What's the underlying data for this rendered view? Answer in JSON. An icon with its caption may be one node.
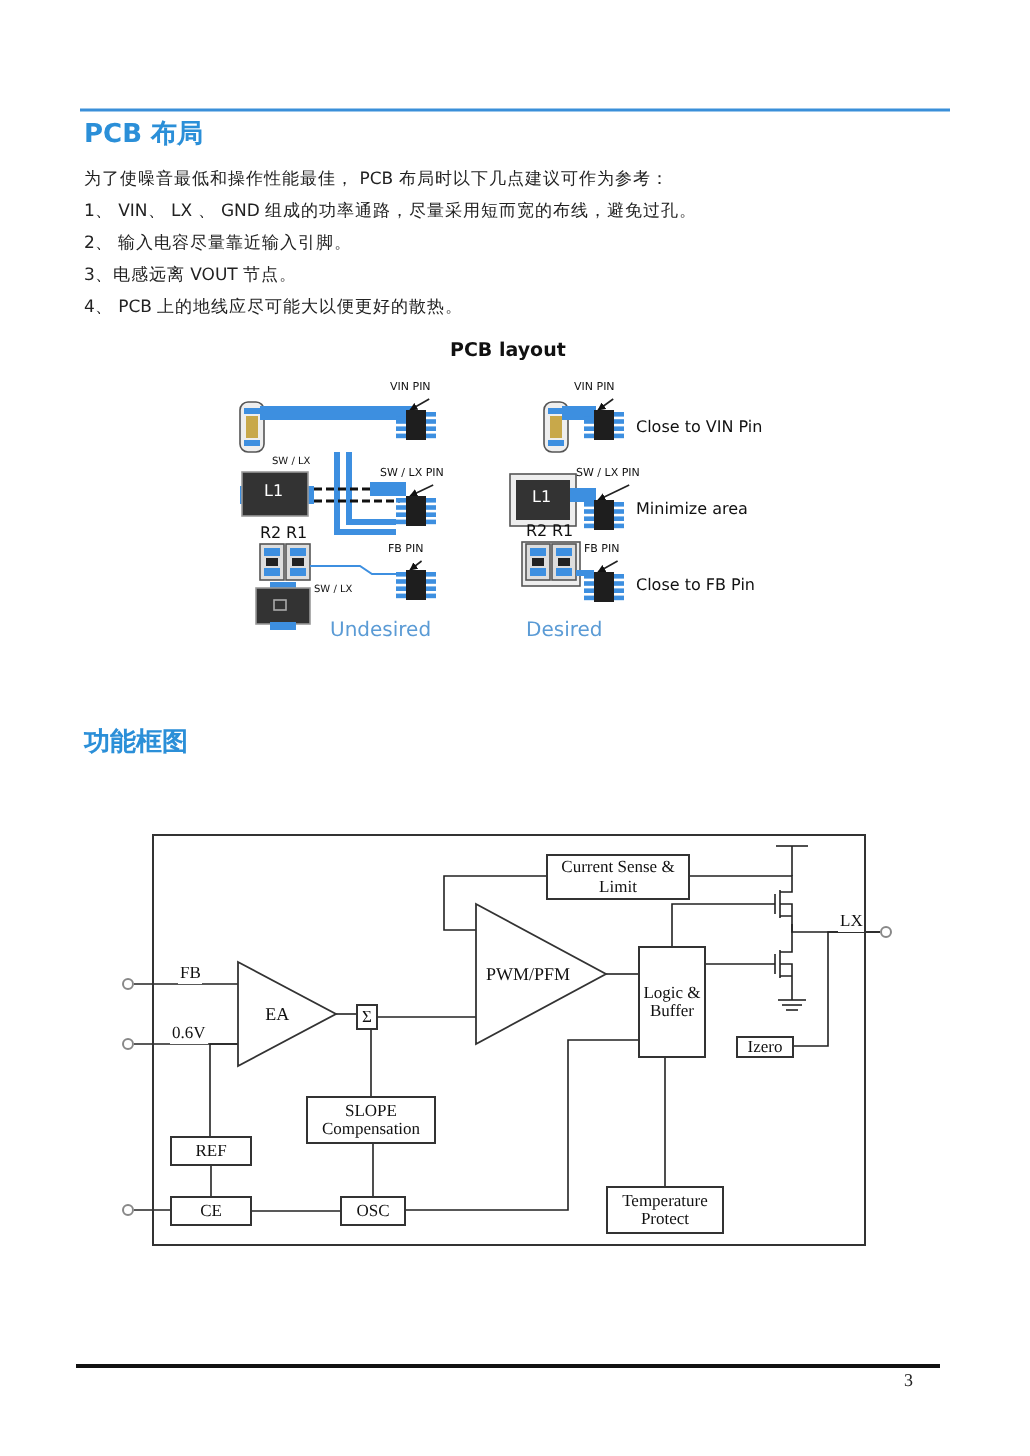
{
  "diagram": {
    "nodes": [
      {
        "text": [
          "VIN PIN"
        ]
      },
      {
        "text": [
          "VIN PIN"
        ]
      },
      {
        "text": [
          "SW / LX PIN"
        ]
      },
      {
        "text": [
          "SW / LX PIN"
        ]
      },
      {
        "text": [
          "FB PIN"
        ]
      },
      {
        "text": [
          "FB PIN"
        ]
      },
      {
        "text": [],
        "shape": "box"
      },
      {
        "text": [
          "Current Sense & Limit"
        ],
        "in": 6
      },
      {
        "text": [
          "PWM/PFM"
        ],
        "in": 6
      },
      {
        "text": [],
        "shape": "circle"
      },
      {
        "text": [],
        "shape": "circle"
      },
      {
        "text": [
          "EA"
        ],
        "in": 6
      },
      {
        "text": [
          "Σ"
        ],
        "in": 6
      },
      {
        "text": [
          "Logic & Buffer"
        ],
        "in": 6
      },
      {
        "text": [
          "Izero"
        ],
        "in": 6
      },
      {
        "text": [
          "SLOPE Compensation"
        ],
        "in": 6
      },
      {
        "text": [
          "REF"
        ],
        "in": 6
      },
      {
        "text": [],
        "shape": "circle"
      },
      {
        "text": [
          "CE"
        ],
        "in": 6
      },
      {
        "text": [
          "OSC"
        ],
        "in": 6
      },
      {
        "text": [
          "Temperature Protect"
        ],
        "in": 6
      },
      {
        "text": [],
        "shape": "transistor",
        "in": 6
      },
      {
        "text": [],
        "shape": "transistor",
        "in": 6
      },
      {
        "text": [],
        "shape": "circle"
      },
      {
        "text": [],
        "shape": "chip"
      },
      {
        "text": [],
        "shape": "chip"
      },
      {
        "text": [],
        "shape": "chip"
      },
      {
        "text": [],
        "shape": "chip"
      },
      {
        "text": [],
        "shape": "chip"
      },
      {
        "text": [],
        "shape": "chip"
      }
    ],
    "edges": [
      {
        "from": 0,
        "to": 24,
        "arrow": "to"
      },
      {
        "from": 1,
        "to": 25,
        "arrow": "to"
      },
      {
        "from": 2,
        "to": 26,
        "arrow": "to"
      },
      {
        "from": 3,
        "to": 27,
        "arrow": "to"
      },
      {
        "from": 4,
        "to": 28,
        "arrow": "to"
      },
      {
        "from": 5,
        "to": 29,
        "arrow": "to"
      },
      {
        "from": 9,
        "to": 11,
        "arrow": "none",
        "label": "FB"
      },
      {
        "from": 10,
        "to": 11,
        "arrow": "none",
        "label": "0.6V"
      },
      {
        "from": 16,
        "to": 11,
        "arrow": "none"
      },
      {
        "from": 17,
        "to": 18,
        "arrow": "none"
      },
      {
        "from": 16,
        "to": 18,
        "arrow": "none"
      },
      {
        "from": 18,
        "to": 19,
        "arrow": "none"
      },
      {
        "from": 11,
        "to": 12,
        "arrow": "none"
      },
      {
        "from": 15,
        "to": 12,
        "arrow": "none"
      },
      {
        "from": 19,
        "to": 15,
        "arrow": "none"
      },
      {
        "from": 12,
        "to": 8,
        "arrow": "none"
      },
      {
        "from": 19,
        "to": 13,
        "arrow": "none"
      },
      {
        "from": 8,
        "to": 13,
        "arrow": "none"
      },
      {
        "from": 7,
        "to": 8,
        "arrow": "none"
      },
      {
        "from": 21,
        "to": 7,
        "arrow": "none"
      },
      {
        "from": 13,
        "to": 21,
        "arrow": "none"
      },
      {
        "from": 13,
        "to": 22,
        "arrow": "none"
      },
      {
        "from": 22,
        "to": 21,
        "arrow": "none"
      },
      {
        "from": 21,
        "to": 23,
        "arrow": "none",
        "label": "LX"
      },
      {
        "from": 14,
        "to": 23,
        "arrow": "none"
      },
      {
        "from": 20,
        "to": 13,
        "arrow": "none"
      }
    ],
    "labels": [
      "PCB 布局",
      "为了使噪音最低和操作性能最佳， PCB 布局时以下几点建议可作为参考：",
      "1、 VIN、 LX 、 GND 组成的功率通路，尽量采用短而宽的布线，避免过孔。",
      "2、 输入电容尽量靠近输入引脚。",
      "3、电感远离 VOUT 节点。",
      "4、 PCB 上的地线应尽可能大以便更好的散热。",
      "PCB layout",
      "Close to VIN Pin",
      "SW / LX",
      "L1",
      "L1",
      "Minimize area",
      "R2",
      "R1",
      "R2",
      "R1",
      "SW / LX",
      "Close to FB Pin",
      "Undesired",
      "Desired",
      "功能框图",
      "3"
    ]
  }
}
